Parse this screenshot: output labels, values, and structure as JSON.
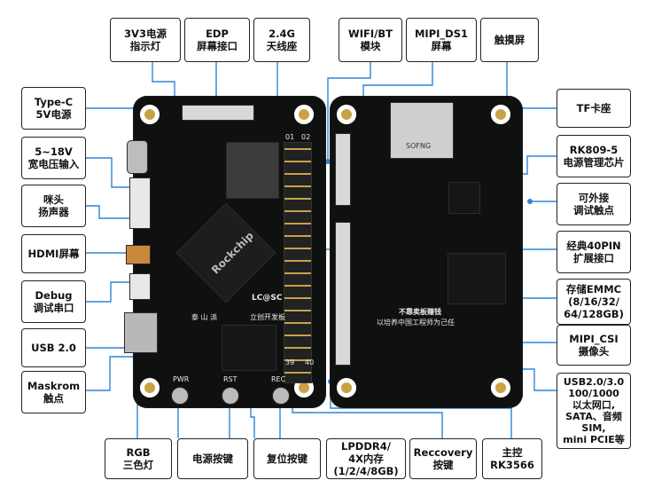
{
  "labels": {
    "l3v3": [
      "3V3电源",
      "指示灯"
    ],
    "edp": [
      "EDP",
      "屏幕接口"
    ],
    "ant": [
      "2.4G",
      "天线座"
    ],
    "wifi": [
      "WIFI/BT",
      "模块"
    ],
    "mipi_dsi": [
      "MIPI_DS1",
      "屏幕"
    ],
    "touch": [
      "触摸屏"
    ],
    "typec": [
      "Type-C",
      "5V电源"
    ],
    "wide_v": [
      "5~18V",
      "宽电压输入"
    ],
    "speaker": [
      "咪头",
      "扬声器"
    ],
    "hdmi": [
      "HDMI屏幕"
    ],
    "debug": [
      "Debug",
      "调试串口"
    ],
    "usb2": [
      "USB 2.0"
    ],
    "maskrom": [
      "Maskrom",
      "触点"
    ],
    "rgb": [
      "RGB",
      "三色灯"
    ],
    "power_btn": [
      "电源按键"
    ],
    "reset_btn": [
      "复位按键"
    ],
    "lpddr4": [
      "LPDDR4/",
      "4X内存",
      "(1/2/4/8GB)"
    ],
    "recovery": [
      "Reccovery",
      "按键"
    ],
    "soc": [
      "主控",
      "RK3566"
    ],
    "tf": [
      "TF卡座"
    ],
    "rk809": [
      "RK809-5",
      "电源管理芯片"
    ],
    "ext_touch": [
      "可外接",
      "调试触点"
    ],
    "pin40": [
      "经典40PIN",
      "扩展接口"
    ],
    "emmc": [
      "存储EMMC",
      "(8/16/32/",
      "64/128GB)"
    ],
    "mipi_csi": [
      "MIPI_CSI",
      "摄像头"
    ],
    "usb3": [
      "USB2.0/3.0",
      "100/1000",
      "以太网口,",
      "SATA、音频",
      "SIM,",
      "mini PCIE等"
    ]
  },
  "board_text": {
    "brand": "LC@SC",
    "brand_sub": "立创开发板",
    "taishan": "泰 山 派",
    "chip_mark": "Rockchip",
    "pin_01": "01",
    "pin_02": "02",
    "pin_39": "39",
    "pin_40": "40",
    "pwr": "PWR",
    "rst": "RST",
    "rec": "REC",
    "sofng": "SOFNG",
    "slogan1": "不靠卖板赚钱",
    "slogan2": "以培养中国工程师为己任"
  },
  "colors": {
    "line": "#2d86d6",
    "board": "#0f1010",
    "gold": "#caa243"
  }
}
